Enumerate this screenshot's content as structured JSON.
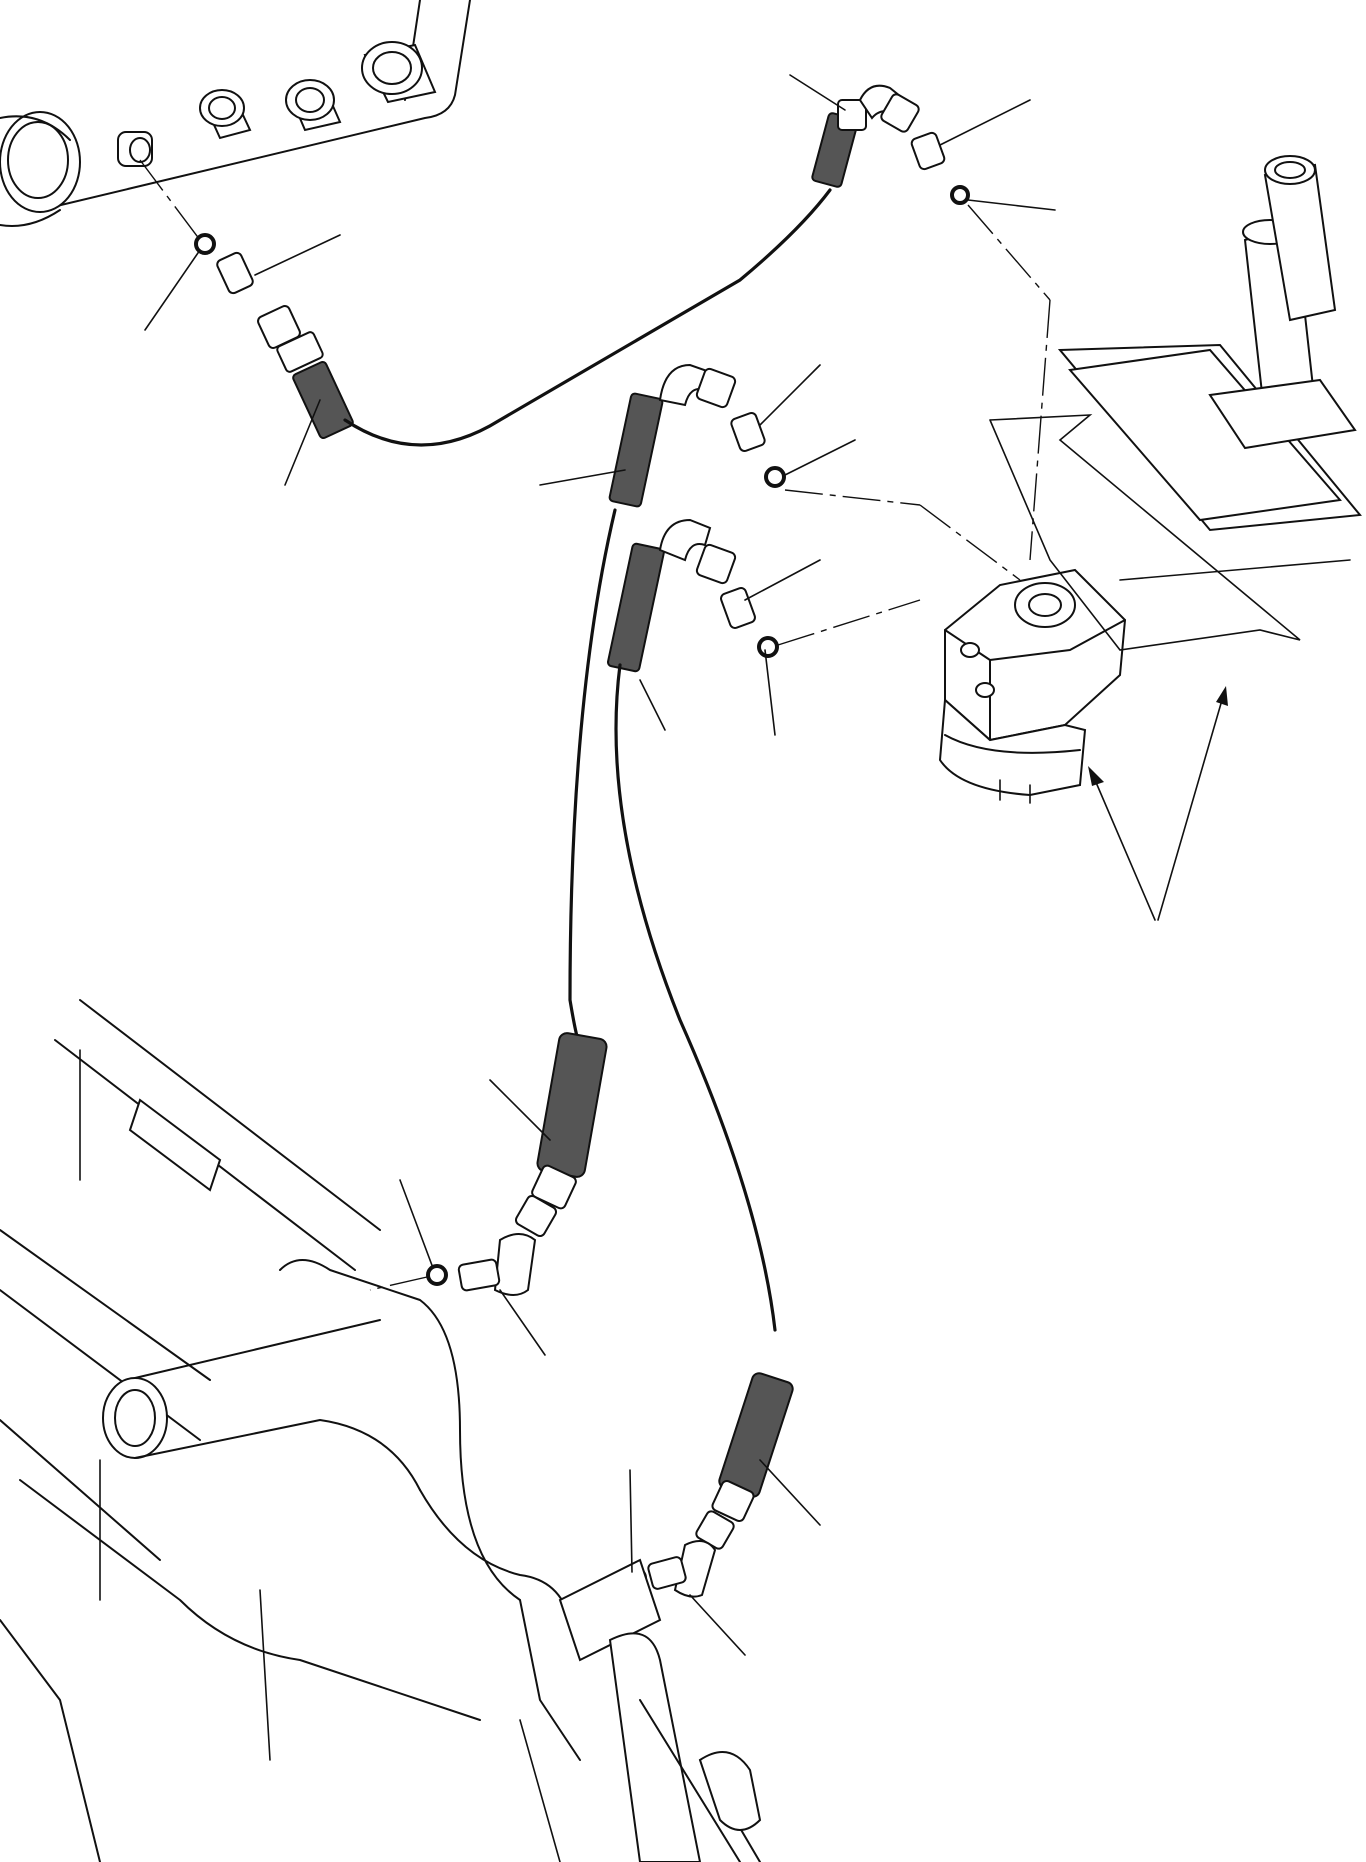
{
  "diagram": {
    "colors": {
      "line": "#111111",
      "background": "#ffffff",
      "sleeve": "#555555"
    },
    "hose_assemblies": [
      {
        "id": "hose-a"
      },
      {
        "id": "hose-b"
      },
      {
        "id": "hose-c"
      }
    ],
    "labels": []
  }
}
